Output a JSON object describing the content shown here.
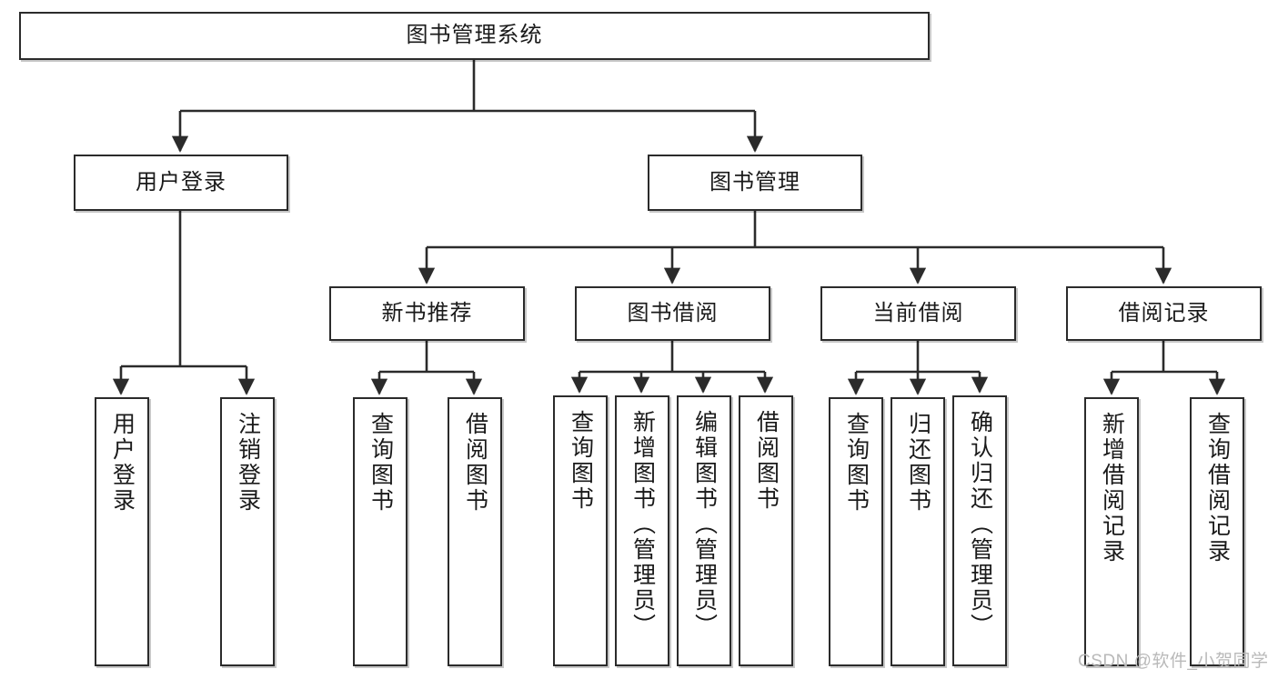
{
  "diagram": {
    "title": "图书管理系统",
    "type": "hierarchy-tree",
    "levels": {
      "root": {
        "label": "图书管理系统"
      },
      "level2": [
        {
          "label": "用户登录"
        },
        {
          "label": "图书管理"
        }
      ],
      "level3": [
        {
          "label": "新书推荐"
        },
        {
          "label": "图书借阅"
        },
        {
          "label": "当前借阅"
        },
        {
          "label": "借阅记录"
        }
      ],
      "leaves": {
        "user_login": [
          {
            "label": "用户登录"
          },
          {
            "label": "注销登录"
          }
        ],
        "new_book_recommend": [
          {
            "label": "查询图书"
          },
          {
            "label": "借阅图书"
          }
        ],
        "book_borrow": [
          {
            "label": "查询图书"
          },
          {
            "label": "新增图书（管理员）"
          },
          {
            "label": "编辑图书（管理员）"
          },
          {
            "label": "借阅图书"
          }
        ],
        "current_borrow": [
          {
            "label": "查询图书"
          },
          {
            "label": "归还图书"
          },
          {
            "label": "确认归还（管理员）"
          }
        ],
        "borrow_record": [
          {
            "label": "新增借阅记录"
          },
          {
            "label": "查询借阅记录"
          }
        ]
      }
    },
    "watermark": "CSDN @软件_小贺同学",
    "colors": {
      "stroke": "#2b2b2b",
      "fill": "#ffffff",
      "text": "#1a1a1a",
      "watermark": "#b9b9b9"
    }
  }
}
